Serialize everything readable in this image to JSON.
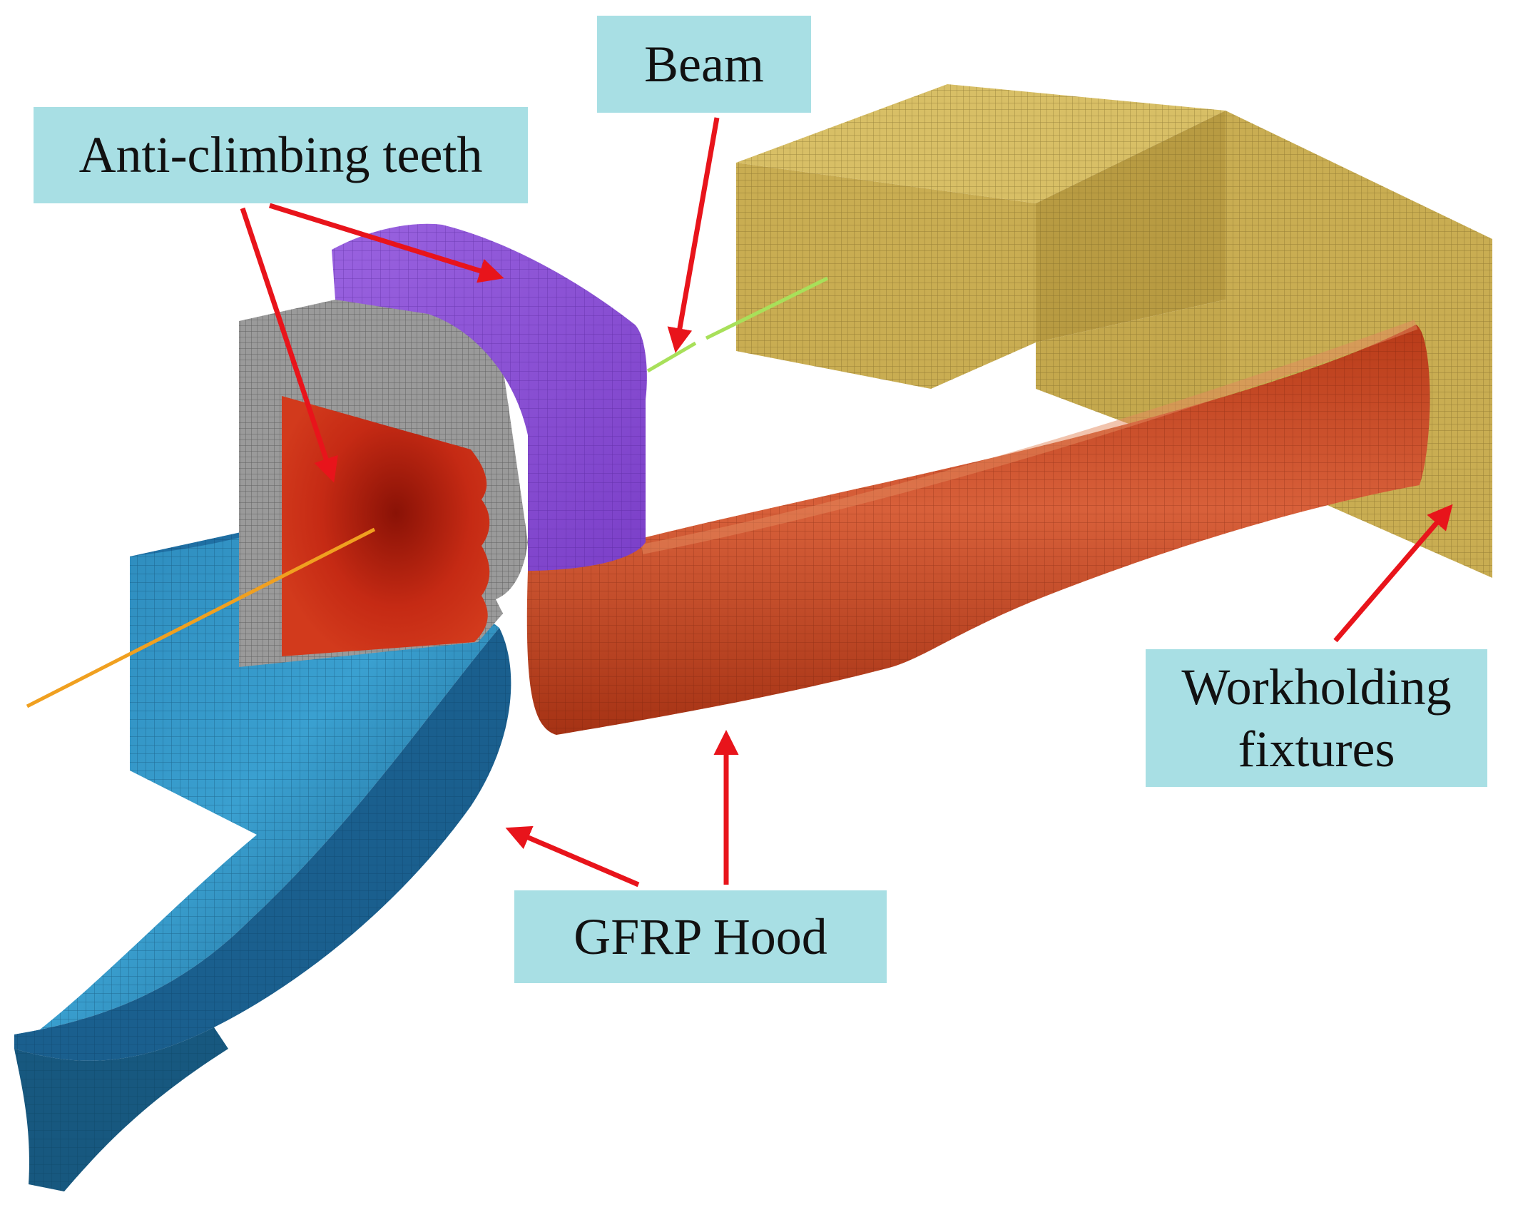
{
  "labels": {
    "beam": "Beam",
    "teeth": "Anti-climbing teeth",
    "fixture_line1": "Workholding",
    "fixture_line2": "fixtures",
    "hood": "GFRP Hood"
  },
  "colors": {
    "callout_bg": "#a8dfe4",
    "arrow": "#e8141b",
    "hood_blue": "#1f6fa3",
    "anti_climber_purple": "#8a4fd6",
    "teeth_red": "#b81c10",
    "crash_tube_orange": "#c94a24",
    "fixture_yellow": "#c9ad52",
    "frame_grey": "#9a9a9a",
    "beam_green": "#a8e05a",
    "rod_orange": "#f0a020"
  }
}
